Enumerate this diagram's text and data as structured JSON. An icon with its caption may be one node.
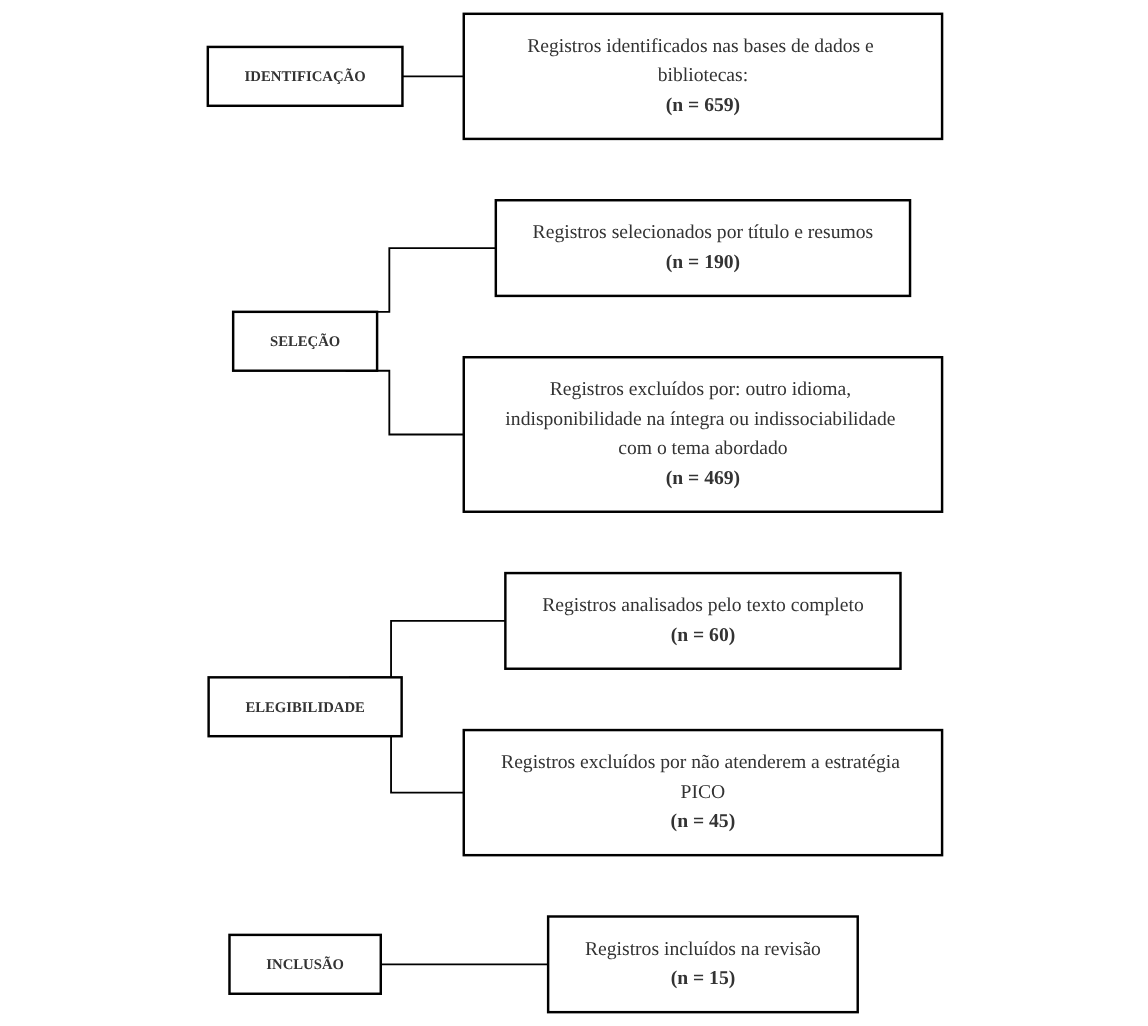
{
  "diagram": {
    "nodes": [
      {
        "text": [
          "IDENTIFICAÇÃO"
        ]
      },
      {
        "text": [
          "Registros identificados nas bases de dados e bibliotecas:",
          "(n = 659)"
        ]
      },
      {
        "text": [
          "SELEÇÃO"
        ]
      },
      {
        "text": [
          "Registros selecionados por título e resumos",
          "(n = 190)"
        ]
      },
      {
        "text": [
          "Registros excluídos por: outro idioma, indisponibilidade na íntegra ou indissociabilidade com o tema abordado",
          "(n = 469)"
        ]
      },
      {
        "text": [
          "ELEGIBILIDADE"
        ]
      },
      {
        "text": [
          "Registros analisados pelo texto completo",
          "(n = 60)"
        ]
      },
      {
        "text": [
          "Registros excluídos por não atenderem a estratégia PICO",
          "(n = 45)"
        ]
      },
      {
        "text": [
          "INCLUSÃO"
        ]
      },
      {
        "text": [
          "Registros incluídos na revisão",
          "(n = 15)"
        ]
      }
    ],
    "edges": [
      {
        "from": 0,
        "to": 1,
        "arrow": "none"
      },
      {
        "from": 2,
        "to": 3,
        "arrow": "none"
      },
      {
        "from": 2,
        "to": 4,
        "arrow": "none"
      },
      {
        "from": 5,
        "to": 6,
        "arrow": "none"
      },
      {
        "from": 5,
        "to": 7,
        "arrow": "none"
      },
      {
        "from": 8,
        "to": 9,
        "arrow": "none"
      }
    ]
  }
}
